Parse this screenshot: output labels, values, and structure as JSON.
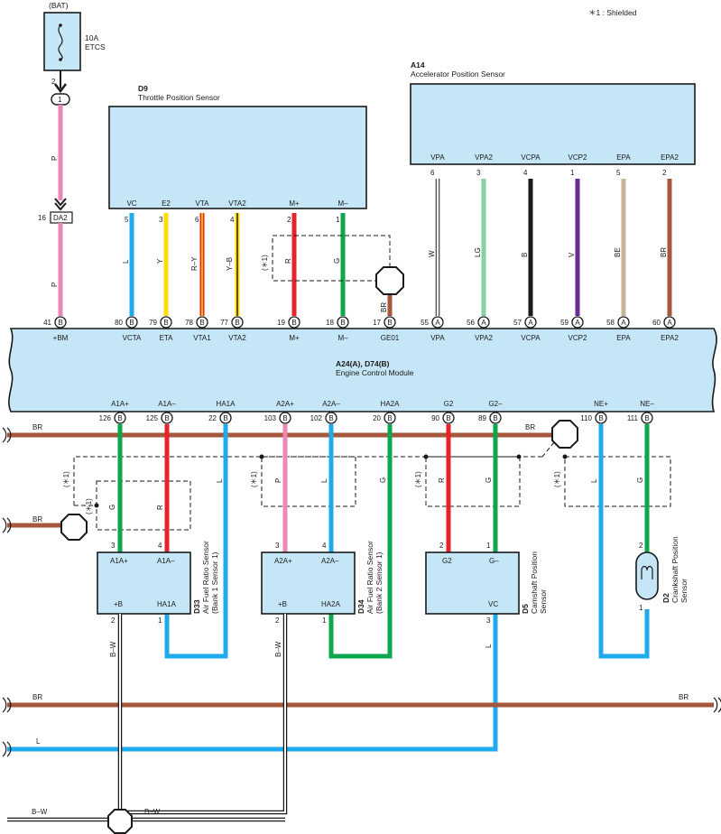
{
  "note": "＊1 : Shielded",
  "bat": {
    "title": "(BAT)",
    "fuse_amp": "10A",
    "fuse_name": "ETCS",
    "pin": "2",
    "conn": "1",
    "junction": "DA2",
    "junction_pin": "16"
  },
  "components": {
    "d9": {
      "code": "D9",
      "name": "Throttle Position Sensor"
    },
    "a14": {
      "code": "A14",
      "name": "Accelerator Position Sensor"
    },
    "ecm": {
      "code": "A24(A), D74(B)",
      "name": "Engine Control Module"
    },
    "d33": {
      "code": "D33",
      "name1": "Air Fuel Ratio Sensor",
      "name2": "(Bank 1 Sensor 1)"
    },
    "d34": {
      "code": "D34",
      "name1": "Air Fuel Ratio Sensor",
      "name2": "(Bank 2 Sensor 1)"
    },
    "d5": {
      "code": "D5",
      "name1": "Camshaft Position",
      "name2": "Sensor"
    },
    "d2": {
      "code": "D2",
      "name1": "Crankshaft Position",
      "name2": "Sensor"
    }
  },
  "d9_pins": [
    {
      "label": "VC",
      "num": "5",
      "color": "L"
    },
    {
      "label": "E2",
      "num": "3",
      "color": "Y"
    },
    {
      "label": "VTA",
      "num": "6",
      "color": "R–Y"
    },
    {
      "label": "VTA2",
      "num": "4",
      "color": "Y–B"
    },
    {
      "label": "M+",
      "num": "2",
      "color": "R"
    },
    {
      "label": "M–",
      "num": "1",
      "color": "G"
    }
  ],
  "a14_pins": [
    {
      "label": "VPA",
      "num": "6",
      "color": "W"
    },
    {
      "label": "VPA2",
      "num": "3",
      "color": "LG"
    },
    {
      "label": "VCPA",
      "num": "4",
      "color": "B"
    },
    {
      "label": "VCP2",
      "num": "1",
      "color": "V"
    },
    {
      "label": "EPA",
      "num": "5",
      "color": "BE"
    },
    {
      "label": "EPA2",
      "num": "2",
      "color": "BR"
    }
  ],
  "ecm_top": [
    {
      "num": "41",
      "conn": "B",
      "label": "+BM"
    },
    {
      "num": "80",
      "conn": "B",
      "label": "VCTA"
    },
    {
      "num": "79",
      "conn": "B",
      "label": "ETA"
    },
    {
      "num": "78",
      "conn": "B",
      "label": "VTA1"
    },
    {
      "num": "77",
      "conn": "B",
      "label": "VTA2"
    },
    {
      "num": "19",
      "conn": "B",
      "label": "M+"
    },
    {
      "num": "18",
      "conn": "B",
      "label": "M–"
    },
    {
      "num": "17",
      "conn": "B",
      "label": "GE01"
    },
    {
      "num": "55",
      "conn": "A",
      "label": "VPA"
    },
    {
      "num": "56",
      "conn": "A",
      "label": "VPA2"
    },
    {
      "num": "57",
      "conn": "A",
      "label": "VCPA"
    },
    {
      "num": "59",
      "conn": "A",
      "label": "VCP2"
    },
    {
      "num": "58",
      "conn": "A",
      "label": "EPA"
    },
    {
      "num": "60",
      "conn": "A",
      "label": "EPA2"
    }
  ],
  "ecm_bottom": [
    {
      "num": "126",
      "conn": "B",
      "label": "A1A+"
    },
    {
      "num": "125",
      "conn": "B",
      "label": "A1A–"
    },
    {
      "num": "22",
      "conn": "B",
      "label": "HA1A"
    },
    {
      "num": "103",
      "conn": "B",
      "label": "A2A+"
    },
    {
      "num": "102",
      "conn": "B",
      "label": "A2A–"
    },
    {
      "num": "20",
      "conn": "B",
      "label": "HA2A"
    },
    {
      "num": "90",
      "conn": "B",
      "label": "G2"
    },
    {
      "num": "89",
      "conn": "B",
      "label": "G2–"
    },
    {
      "num": "110",
      "conn": "B",
      "label": "NE+"
    },
    {
      "num": "111",
      "conn": "B",
      "label": "NE–"
    }
  ],
  "d33_pins": {
    "tl": "A1A+",
    "tr": "A1A–",
    "bl": "+B",
    "br": "HA1A",
    "n_tl": "3",
    "n_tr": "4",
    "n_bl": "2",
    "n_br": "1"
  },
  "d34_pins": {
    "tl": "A2A+",
    "tr": "A2A–",
    "bl": "+B",
    "br": "HA2A",
    "n_tl": "3",
    "n_tr": "4",
    "n_bl": "2",
    "n_br": "1"
  },
  "d5_pins": {
    "tl": "G2",
    "tr": "G–",
    "br": "VC",
    "n_tl": "2",
    "n_tr": "1",
    "n_br": "3"
  },
  "d2_pins": {
    "n_top": "2",
    "n_bot": "1"
  },
  "wire_labels": {
    "p": "P",
    "br": "BR",
    "l": "L",
    "g": "G",
    "r": "R",
    "y": "Y",
    "ry": "R–Y",
    "yb": "Y–B",
    "bw": "B–W",
    "shield": "(＊1)",
    "ge_br": "BR"
  },
  "colors": {
    "pink": "#ee86b8",
    "brown": "#a4573a",
    "blue": "#1eaaeb",
    "green": "#0ba74a",
    "red": "#e8222a",
    "yellow": "#ffdd00",
    "black": "#1a1a1a",
    "white": "#ffffff",
    "lightgreen": "#86d0a0",
    "violet": "#6a2a92",
    "beige": "#c8b49a",
    "comp": "#c5e6f7"
  }
}
